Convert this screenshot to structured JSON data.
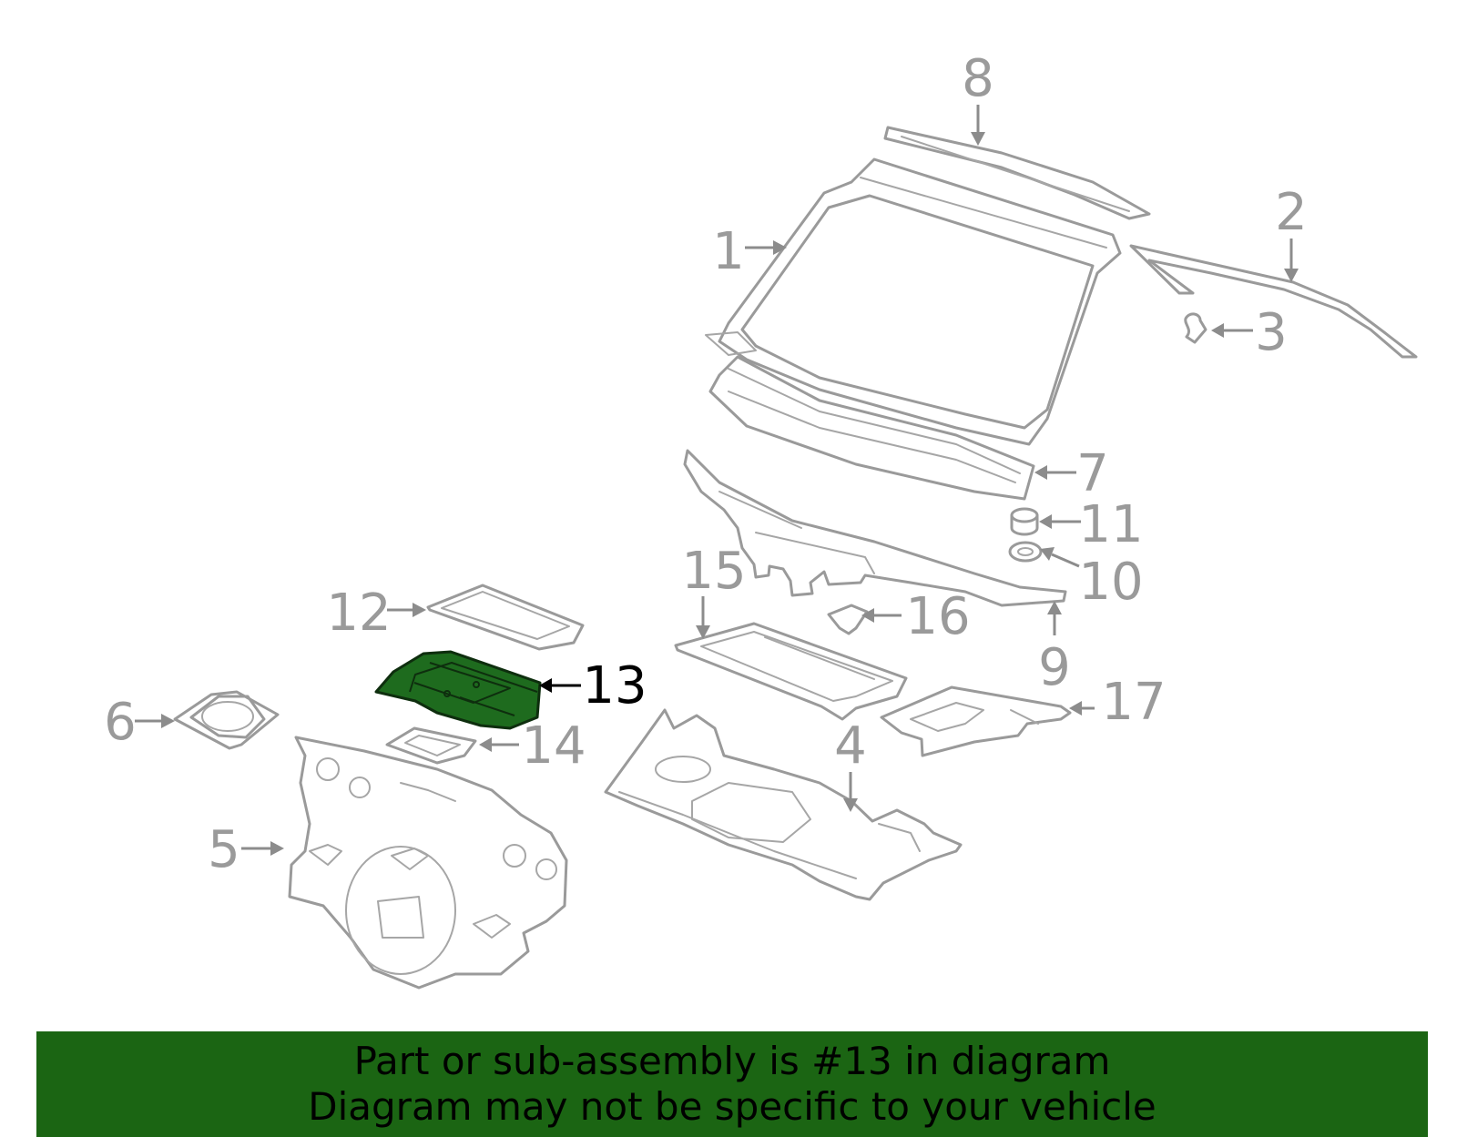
{
  "diagram": {
    "callouts": [
      {
        "id": "1",
        "label": "1"
      },
      {
        "id": "2",
        "label": "2"
      },
      {
        "id": "3",
        "label": "3"
      },
      {
        "id": "4",
        "label": "4"
      },
      {
        "id": "5",
        "label": "5"
      },
      {
        "id": "6",
        "label": "6"
      },
      {
        "id": "7",
        "label": "7"
      },
      {
        "id": "8",
        "label": "8"
      },
      {
        "id": "9",
        "label": "9"
      },
      {
        "id": "10",
        "label": "10"
      },
      {
        "id": "11",
        "label": "11"
      },
      {
        "id": "12",
        "label": "12"
      },
      {
        "id": "13",
        "label": "13"
      },
      {
        "id": "14",
        "label": "14"
      },
      {
        "id": "15",
        "label": "15"
      },
      {
        "id": "16",
        "label": "16"
      },
      {
        "id": "17",
        "label": "17"
      }
    ],
    "highlighted_part": "13",
    "colors": {
      "line_art": "#9a9a9a",
      "highlight_fill": "#1e6b1e",
      "banner_background": "#1b6513",
      "banner_text": "#000000"
    }
  },
  "banner": {
    "line1": "Part or sub-assembly is #13 in diagram",
    "line2": "Diagram may not be specific to your vehicle"
  }
}
